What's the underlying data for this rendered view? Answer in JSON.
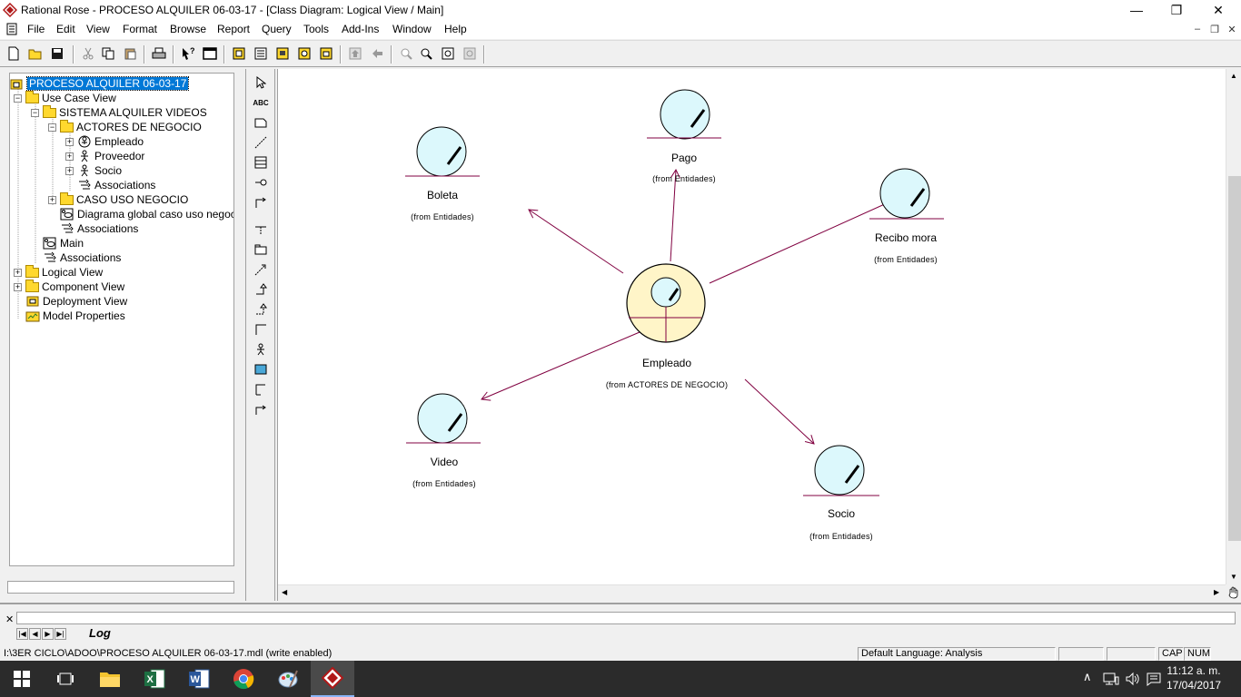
{
  "window": {
    "title": "Rational Rose - PROCESO ALQUILER 06-03-17 - [Class Diagram: Logical View / Main]",
    "minimize": "—",
    "maximize": "❐",
    "close": "✕"
  },
  "menu": {
    "items": [
      "File",
      "Edit",
      "View",
      "Format",
      "Browse",
      "Report",
      "Query",
      "Tools",
      "Add-Ins",
      "Window",
      "Help"
    ]
  },
  "tree": {
    "root": "PROCESO ALQUILER 06-03-17",
    "use_case_view": "Use Case View",
    "sistema": "SISTEMA ALQUILER VIDEOS",
    "actores": "ACTORES DE NEGOCIO",
    "empleado": "Empleado",
    "proveedor": "Proveedor",
    "socio": "Socio",
    "associations_1": "Associations",
    "caso_uso": "CASO USO NEGOCIO",
    "diagrama_global": "Diagrama global caso uso negocio",
    "associations_2": "Associations",
    "main": "Main",
    "associations_3": "Associations",
    "logical_view": "Logical View",
    "component_view": "Component View",
    "deployment_view": "Deployment View",
    "model_properties": "Model Properties"
  },
  "diagram": {
    "classes": {
      "pago": {
        "name": "Pago",
        "from": "(from Entidades)"
      },
      "boleta": {
        "name": "Boleta",
        "from": "(from Entidades)"
      },
      "recibo": {
        "name": "Recibo mora",
        "from": "(from Entidades)"
      },
      "empleado": {
        "name": "Empleado",
        "from": "(from ACTORES DE NEGOCIO)"
      },
      "video": {
        "name": "Video",
        "from": "(from Entidades)"
      },
      "socio": {
        "name": "Socio",
        "from": "(from Entidades)"
      }
    }
  },
  "log": {
    "tab_label": "Log"
  },
  "status": {
    "path": "I:\\3ER CICLO\\ADOO\\PROCESO ALQUILER 06-03-17.mdl (write enabled)",
    "language": "Default Language: Analysis",
    "cap": "CAP",
    "num": "NUM"
  },
  "taskbar": {
    "time": "11:12 a. m.",
    "date": "17/04/2017"
  },
  "colors": {
    "entity_fill": "#dcf8fc",
    "actor_fill": "#fff5c8",
    "relation": "#800040",
    "selection": "#0078d7",
    "taskbar": "#2b2b2b"
  }
}
